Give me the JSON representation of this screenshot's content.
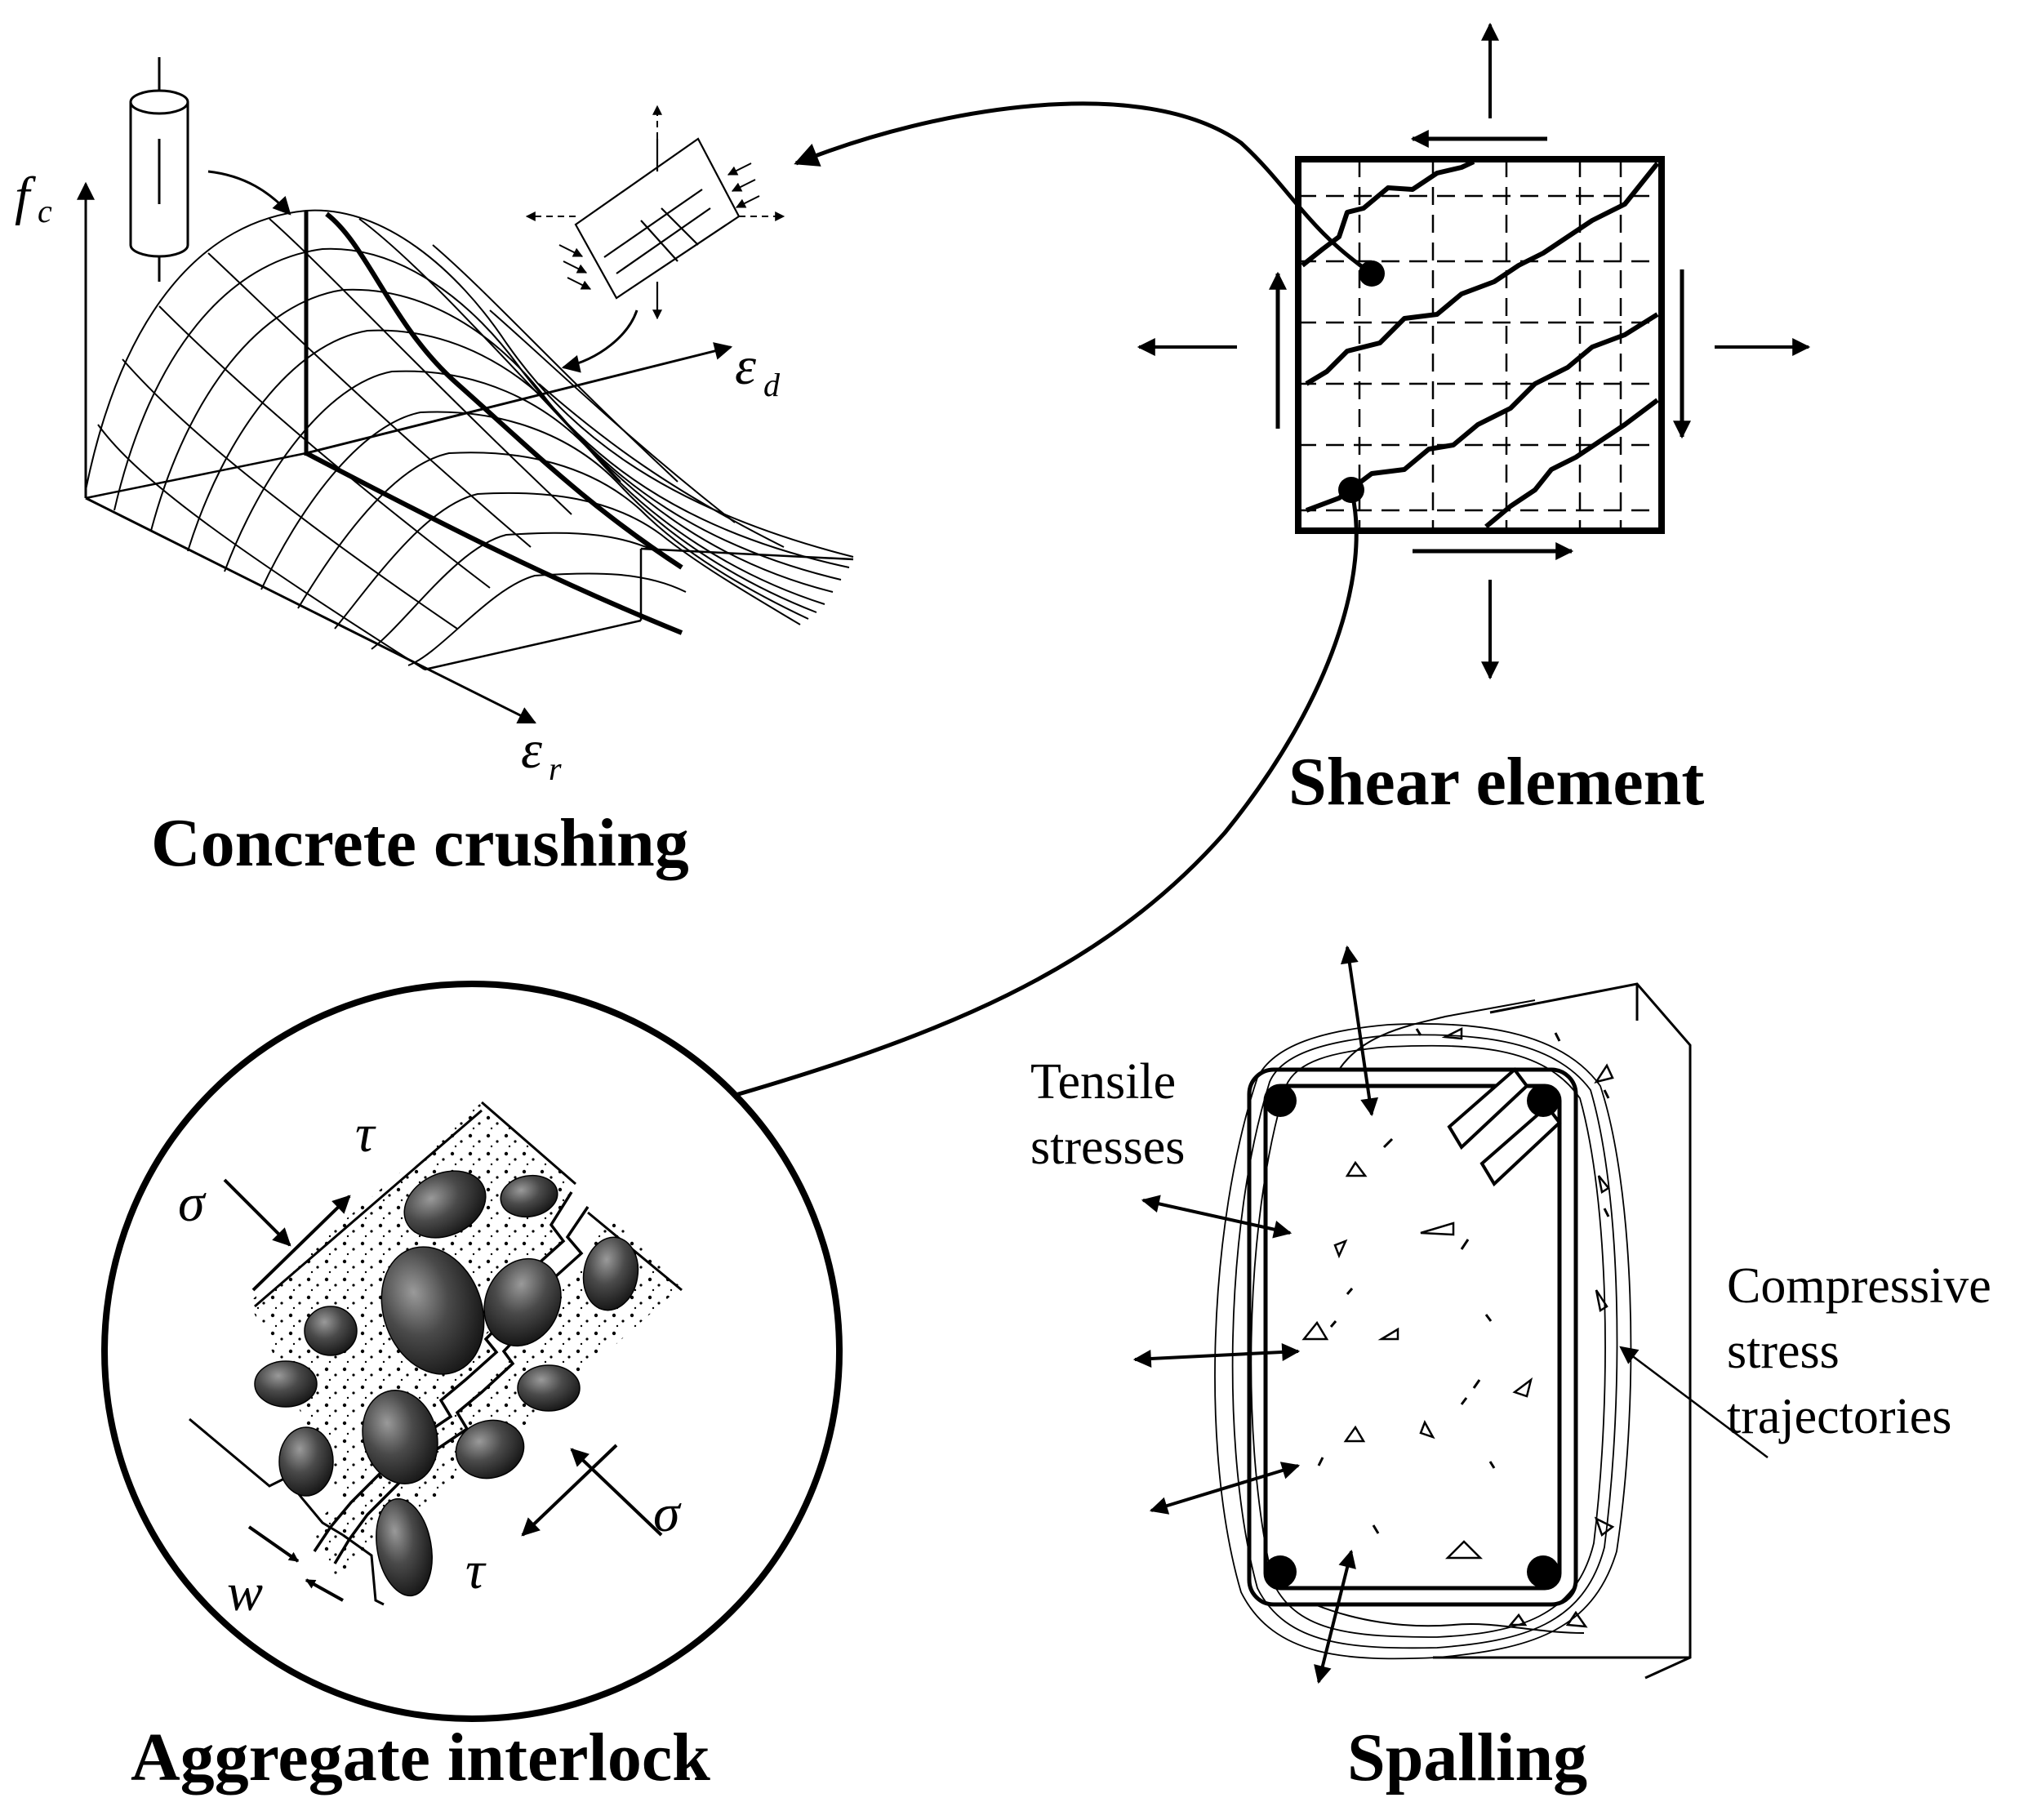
{
  "panels": {
    "concrete_crushing": {
      "title": "Concrete crushing",
      "axis_fc": "f",
      "axis_fc_sub": "c",
      "axis_ed": "ε",
      "axis_ed_sub": "d",
      "axis_er": "ε",
      "axis_er_sub": "r"
    },
    "shear_element": {
      "title": "Shear element"
    },
    "aggregate_interlock": {
      "title": "Aggregate interlock",
      "sigma": "σ",
      "tau": "τ",
      "crack_width": "w"
    },
    "spalling": {
      "title": "Spalling",
      "tensile_line1": "Tensile",
      "tensile_line2": "stresses",
      "compressive_line1": "Compressive",
      "compressive_line2": "stress",
      "compressive_line3": "trajectories"
    }
  }
}
